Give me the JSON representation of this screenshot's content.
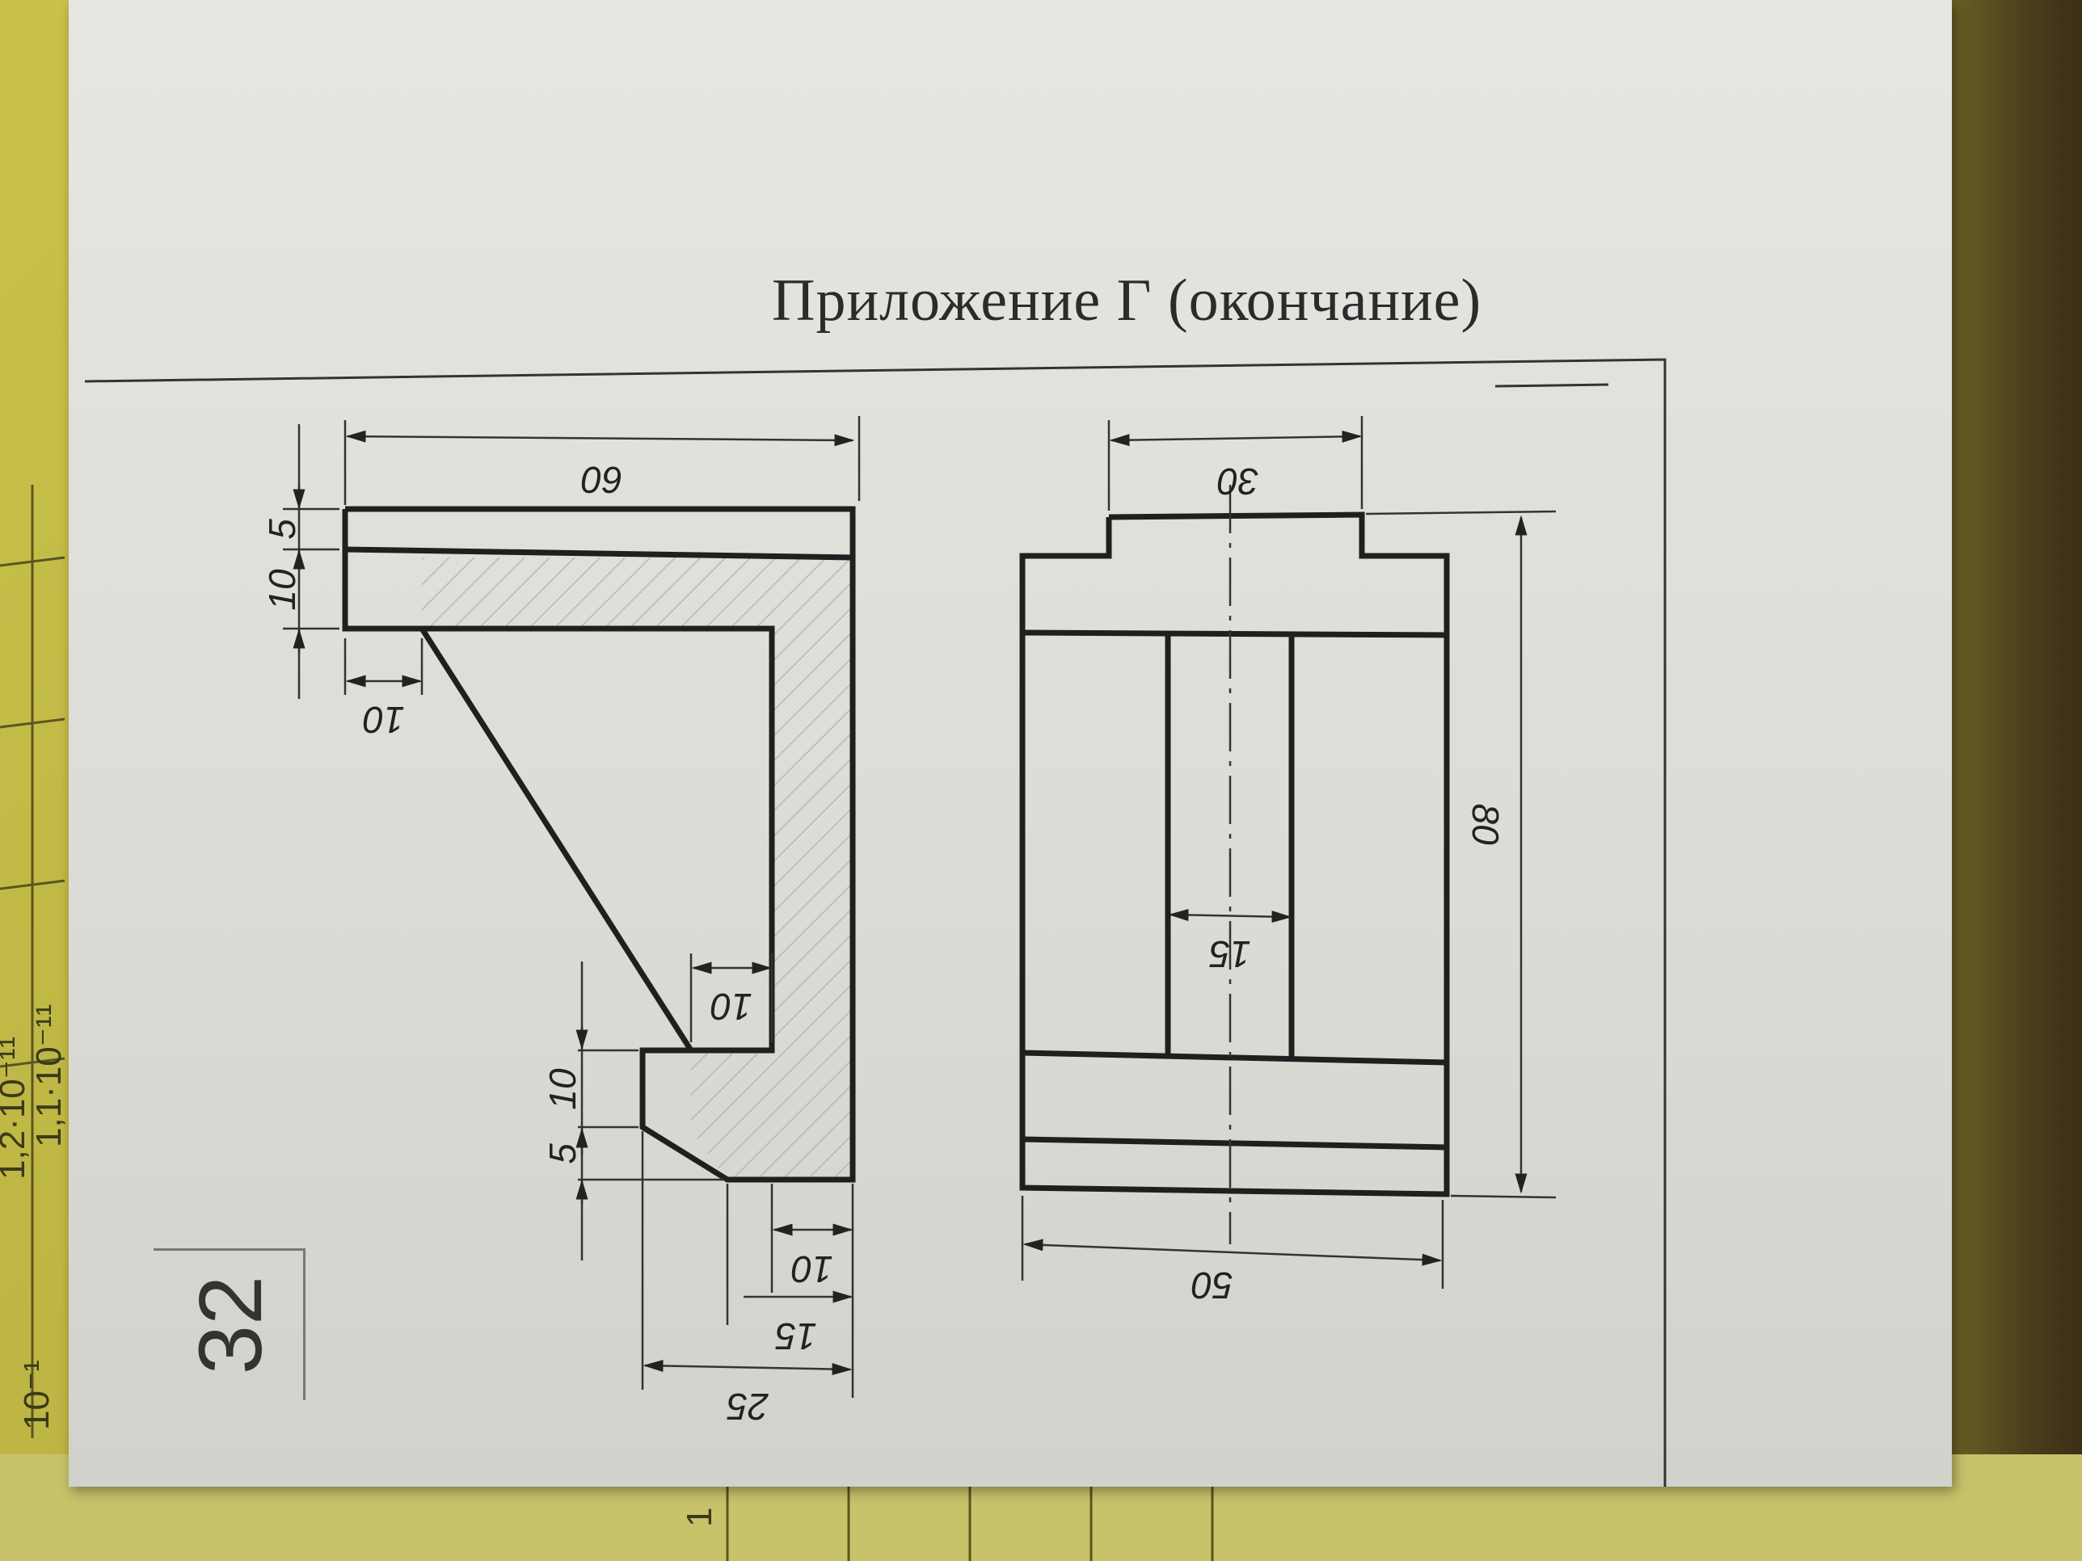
{
  "heading": "Приложение Г (окончание)",
  "page_number": "32",
  "left_view": {
    "dims": {
      "overall_width": "60",
      "top_plate": "5",
      "plate_second": "10",
      "offset_top": "10",
      "rib_offset": "10",
      "lower_10": "10",
      "lower_5": "5",
      "bottom_10": "10",
      "bottom_15": "15",
      "bottom_25": "25"
    }
  },
  "right_view": {
    "dims": {
      "top_width": "30",
      "height": "80",
      "slot_width": "15",
      "base_width": "50"
    }
  },
  "background_labels": {
    "table_a": "1,2·10⁻¹¹",
    "table_b": "1,1·10⁻¹¹",
    "table_c": "10⁻¹",
    "number": "1"
  }
}
